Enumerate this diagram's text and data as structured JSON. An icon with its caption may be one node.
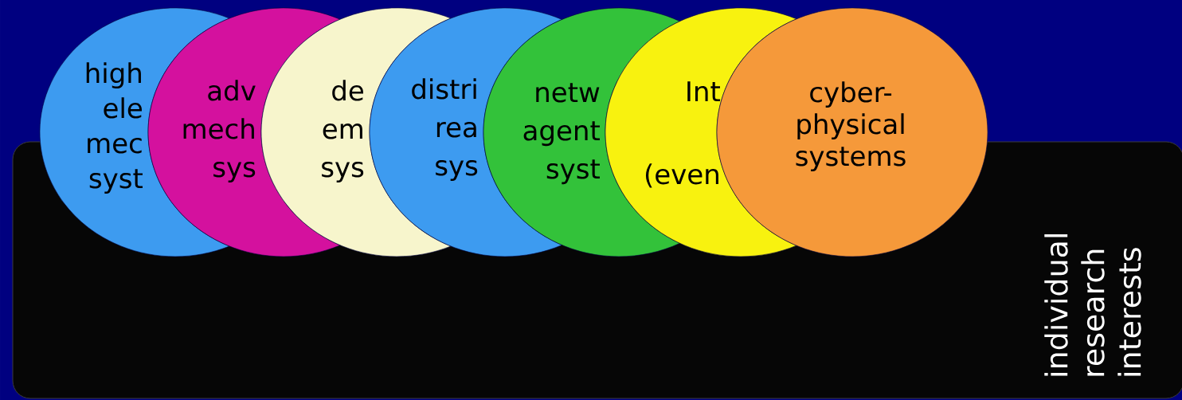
{
  "diagram": {
    "nodes": [
      {
        "text": [
          "high ele mec syst"
        ]
      },
      {
        "text": [
          "adv mech sys"
        ]
      },
      {
        "text": [
          "de em sys"
        ]
      },
      {
        "text": [
          "distri rea sys"
        ]
      },
      {
        "text": [
          "netw agent syst"
        ]
      },
      {
        "text": [
          "Int (even"
        ]
      },
      {
        "text": [
          "cyber- physical systems"
        ]
      },
      {
        "text": [
          "individual research interests"
        ]
      }
    ]
  }
}
